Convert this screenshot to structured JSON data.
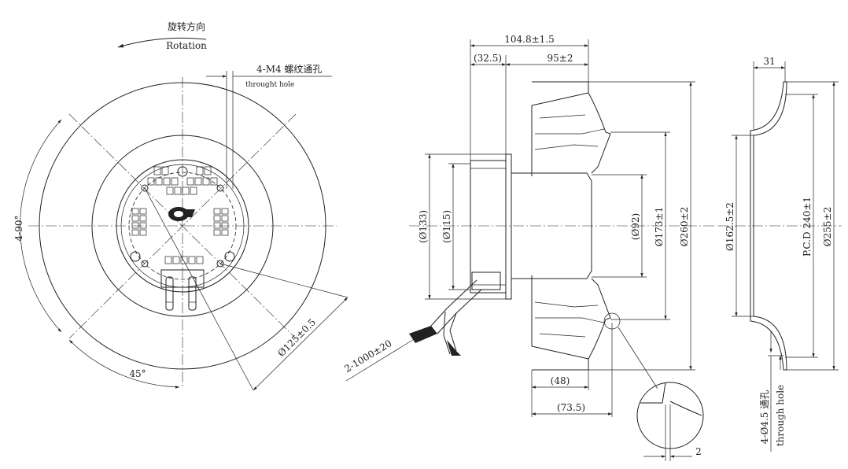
{
  "front_view": {
    "rotation_cn": "旋转方向",
    "rotation_en": "Rotation",
    "bolt_holes_cn": "4-M4 螺纹通孔",
    "bolt_holes_en": "throught hole",
    "angle_90": "4-90°",
    "angle_45": "45°",
    "dia_125": "Ø125±0.5"
  },
  "side_view": {
    "total_length": "104.8±1.5",
    "dim_32_5": "(32.5)",
    "dim_95": "95±2",
    "dia_133": "(Ø133)",
    "dia_115": "(Ø115)",
    "dia_92": "(Ø92)",
    "dia_173": "Ø173±1",
    "dia_260": "Ø260±2",
    "dim_48": "(48)",
    "dim_73_5": "(73.5)",
    "cable": "2-1000±20",
    "detail_2": "2"
  },
  "inlet_ring": {
    "width_31": "31",
    "dia_162_5": "Ø162.5±2",
    "pcd_240": "P.C.D 240±1",
    "dia_255": "Ø255±2",
    "holes_cn": "4-Ø4.5 通孔",
    "holes_en": "through hole"
  },
  "colors": {
    "line": "#222222",
    "background": "#ffffff"
  },
  "icons": [
    "rotation-arrow-icon",
    "brand-logo-icon"
  ]
}
